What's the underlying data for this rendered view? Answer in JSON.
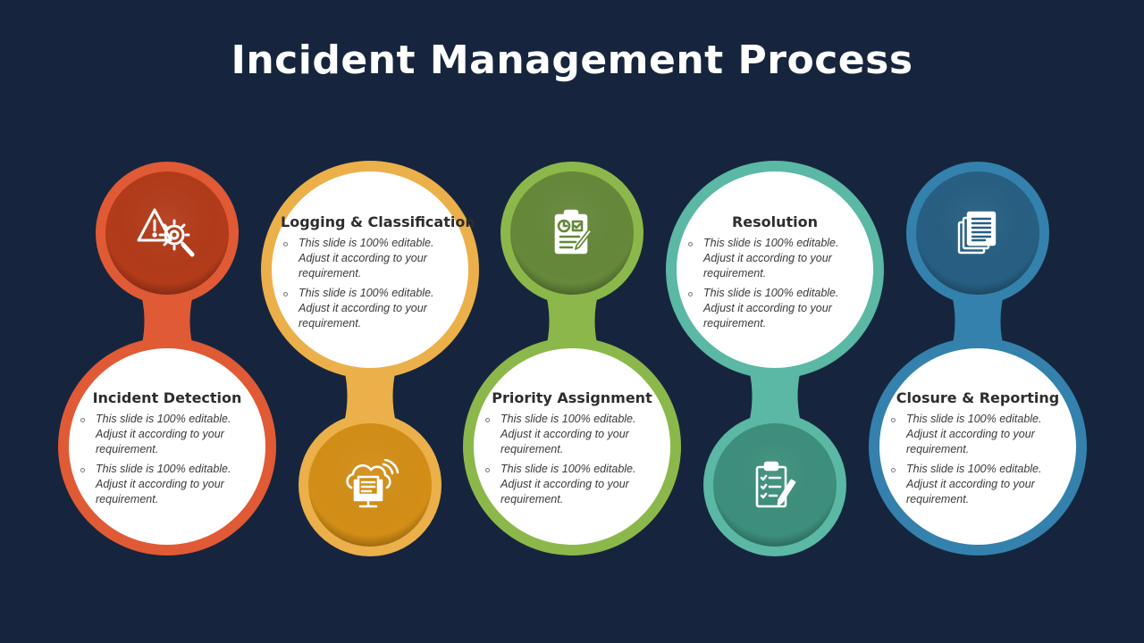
{
  "title": "Incident Management Process",
  "steps": [
    {
      "heading": "Incident Detection",
      "icon": "warning-gear-search-icon",
      "bullets": [
        "This slide is 100% editable. Adjust it according to your requirement.",
        "This slide is 100% editable. Adjust it according to your requirement."
      ],
      "colors": {
        "ring": "#e05a35",
        "disc": "#b23b1a"
      }
    },
    {
      "heading": "Logging & Classification",
      "icon": "cloud-documents-computer-icon",
      "bullets": [
        "This slide is 100% editable. Adjust it according to your requirement.",
        "This slide is 100% editable. Adjust it according to your requirement."
      ],
      "colors": {
        "ring": "#ebb04a",
        "disc": "#d38e17"
      }
    },
    {
      "heading": "Priority Assignment",
      "icon": "clipboard-checklist-icon",
      "bullets": [
        "This slide is 100% editable. Adjust it according to your requirement.",
        "This slide is 100% editable. Adjust it according to your requirement."
      ],
      "colors": {
        "ring": "#8cb84b",
        "disc": "#65883a"
      }
    },
    {
      "heading": "Resolution",
      "icon": "clipboard-pen-icon",
      "bullets": [
        "This slide is 100% editable. Adjust it according to your requirement.",
        "This slide is 100% editable. Adjust it according to your requirement."
      ],
      "colors": {
        "ring": "#5ab8a5",
        "disc": "#3d8f7c"
      }
    },
    {
      "heading": "Closure & Reporting",
      "icon": "document-stack-icon",
      "bullets": [
        "This slide is 100% editable. Adjust it according to your requirement.",
        "This slide is 100% editable. Adjust it according to your requirement."
      ],
      "colors": {
        "ring": "#3481ad",
        "disc": "#275f82"
      }
    }
  ]
}
